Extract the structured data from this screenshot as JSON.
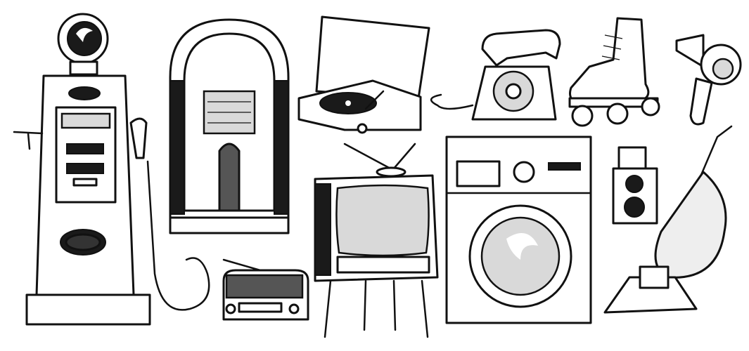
{
  "illustration": {
    "objects": [
      "gas-pump",
      "jukebox",
      "record-player",
      "rotary-telephone",
      "roller-skate",
      "hair-dryer",
      "television",
      "radio",
      "washing-machine",
      "twin-lens-camera",
      "vacuum-cleaner"
    ],
    "colors": {
      "ink": "#111111",
      "shade": "#d9d9d9",
      "background": "#ffffff"
    }
  }
}
